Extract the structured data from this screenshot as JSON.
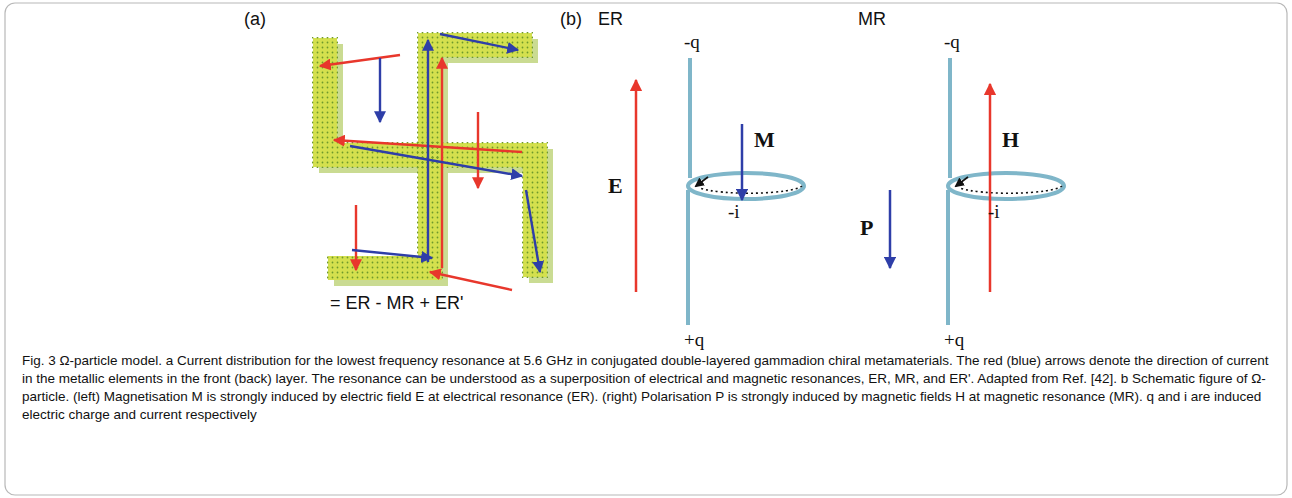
{
  "diagram": {
    "caption": "Fig. 3 Ω-particle model. a Current distribution for the lowest frequency resonance at 5.6 GHz in conjugated double-layered gammadion chiral metamaterials. The red (blue) arrows denote the direction of current in the metallic elements in the front (back) layer. The resonance can be understood as a superposition of electrical and magnetic resonances, ER, MR, and ER'. Adapted from Ref. [42]. b Schematic figure of Ω-particle. (left) Magnetisation M is strongly induced by electric field E at electrical resonance (ER). (right) Polarisation P is strongly induced by magnetic fields H at magnetic resonance (MR). q and i are induced electric charge and current respectively",
    "labels": [
      "(a)",
      "= ER - MR + ER'",
      "(b)",
      "ER",
      "MR",
      "-q",
      "E",
      "M",
      "-i",
      "+q",
      "-q",
      "H",
      "P",
      "-i",
      "+q"
    ]
  }
}
